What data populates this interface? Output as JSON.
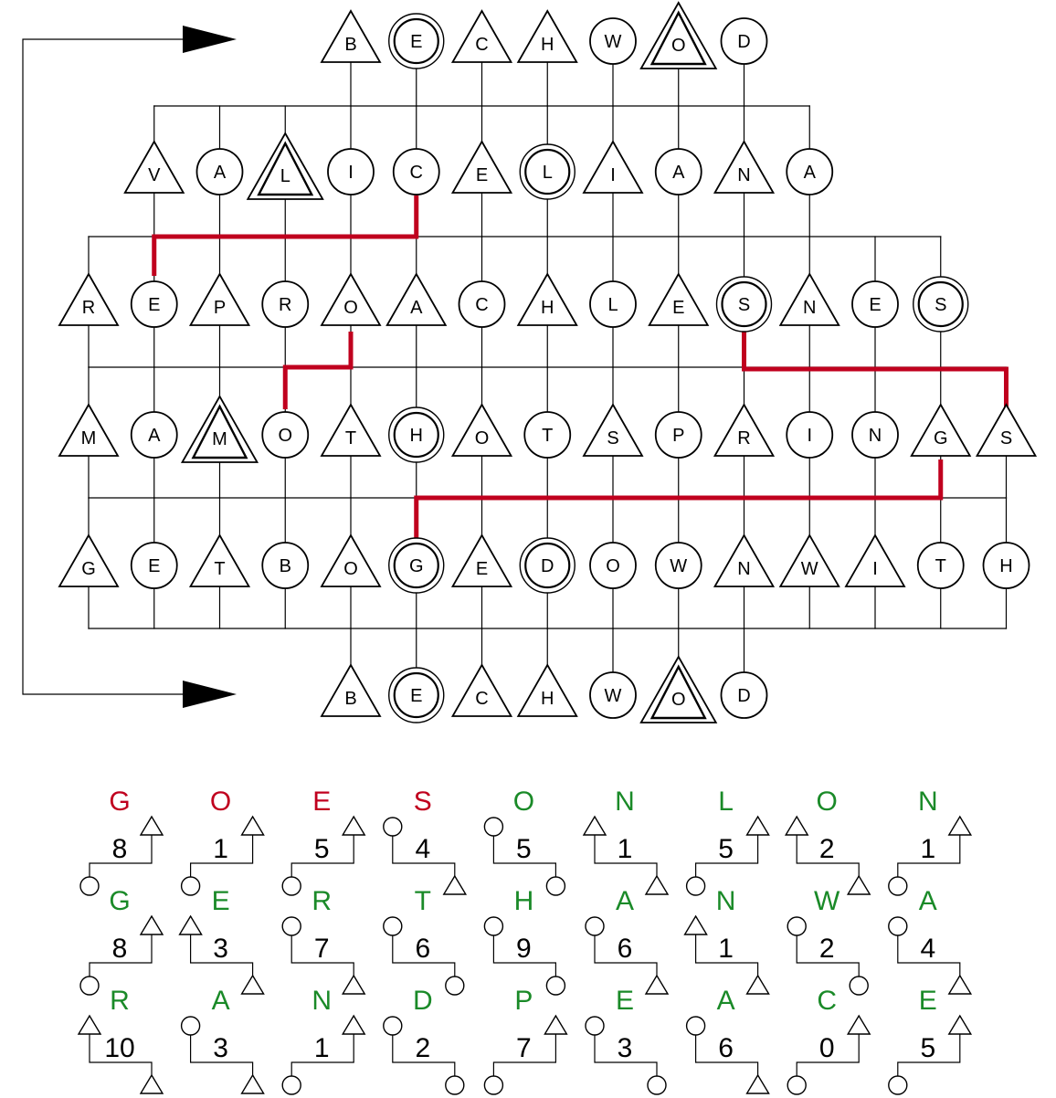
{
  "colors": {
    "line": "#000000",
    "path": "#c0001e",
    "red": "#c0001e",
    "green": "#1a8a28"
  },
  "grid": {
    "top_row": [
      {
        "l": "B",
        "s": "tri"
      },
      {
        "l": "E",
        "s": "circ2"
      },
      {
        "l": "C",
        "s": "tri"
      },
      {
        "l": "H",
        "s": "tri"
      },
      {
        "l": "W",
        "s": "circ"
      },
      {
        "l": "O",
        "s": "tri2"
      },
      {
        "l": "D",
        "s": "circ"
      }
    ],
    "rows": [
      [
        {
          "l": "V",
          "s": "tri"
        },
        {
          "l": "A",
          "s": "circ"
        },
        {
          "l": "L",
          "s": "tri2"
        },
        {
          "l": "I",
          "s": "circ"
        },
        {
          "l": "C",
          "s": "circ"
        },
        {
          "l": "E",
          "s": "tri"
        },
        {
          "l": "L",
          "s": "circ2"
        },
        {
          "l": "I",
          "s": "tri"
        },
        {
          "l": "A",
          "s": "circ"
        },
        {
          "l": "N",
          "s": "tri"
        },
        {
          "l": "A",
          "s": "circ"
        }
      ],
      [
        {
          "l": "R",
          "s": "tri"
        },
        {
          "l": "E",
          "s": "circ"
        },
        {
          "l": "P",
          "s": "tri"
        },
        {
          "l": "R",
          "s": "circ"
        },
        {
          "l": "O",
          "s": "tri"
        },
        {
          "l": "A",
          "s": "tri"
        },
        {
          "l": "C",
          "s": "circ"
        },
        {
          "l": "H",
          "s": "tri"
        },
        {
          "l": "L",
          "s": "circ"
        },
        {
          "l": "E",
          "s": "tri"
        },
        {
          "l": "S",
          "s": "circ2"
        },
        {
          "l": "N",
          "s": "tri"
        },
        {
          "l": "E",
          "s": "circ"
        },
        {
          "l": "S",
          "s": "circ2"
        }
      ],
      [
        {
          "l": "M",
          "s": "tri"
        },
        {
          "l": "A",
          "s": "circ"
        },
        {
          "l": "M",
          "s": "tri2"
        },
        {
          "l": "O",
          "s": "circ"
        },
        {
          "l": "T",
          "s": "tri"
        },
        {
          "l": "H",
          "s": "circ2"
        },
        {
          "l": "O",
          "s": "tri"
        },
        {
          "l": "T",
          "s": "circ"
        },
        {
          "l": "S",
          "s": "tri"
        },
        {
          "l": "P",
          "s": "circ"
        },
        {
          "l": "R",
          "s": "tri"
        },
        {
          "l": "I",
          "s": "circ"
        },
        {
          "l": "N",
          "s": "circ"
        },
        {
          "l": "G",
          "s": "tri"
        },
        {
          "l": "S",
          "s": "tri"
        }
      ],
      [
        {
          "l": "G",
          "s": "tri"
        },
        {
          "l": "E",
          "s": "circ"
        },
        {
          "l": "T",
          "s": "tri"
        },
        {
          "l": "B",
          "s": "circ"
        },
        {
          "l": "O",
          "s": "tri"
        },
        {
          "l": "G",
          "s": "circ2"
        },
        {
          "l": "E",
          "s": "tri"
        },
        {
          "l": "D",
          "s": "circ2"
        },
        {
          "l": "O",
          "s": "circ"
        },
        {
          "l": "W",
          "s": "circ"
        },
        {
          "l": "N",
          "s": "tri"
        },
        {
          "l": "W",
          "s": "tri"
        },
        {
          "l": "I",
          "s": "tri"
        },
        {
          "l": "T",
          "s": "circ"
        },
        {
          "l": "H",
          "s": "circ"
        }
      ]
    ],
    "bottom_row": [
      {
        "l": "B",
        "s": "tri"
      },
      {
        "l": "E",
        "s": "circ2"
      },
      {
        "l": "C",
        "s": "tri"
      },
      {
        "l": "H",
        "s": "tri"
      },
      {
        "l": "W",
        "s": "circ"
      },
      {
        "l": "O",
        "s": "tri2"
      },
      {
        "l": "D",
        "s": "circ"
      }
    ]
  },
  "clues": [
    [
      {
        "letter": "G",
        "color": "red",
        "num": "8",
        "top": "tri",
        "bottom": "circ"
      },
      {
        "letter": "O",
        "color": "red",
        "num": "1",
        "top": "tri",
        "bottom": "circ"
      },
      {
        "letter": "E",
        "color": "red",
        "num": "5",
        "top": "tri",
        "bottom": "circ"
      },
      {
        "letter": "S",
        "color": "red",
        "num": "4",
        "top": "circ",
        "bottom": "tri"
      },
      {
        "letter": "O",
        "color": "green",
        "num": "5",
        "top": "circ",
        "bottom": "circ"
      },
      {
        "letter": "N",
        "color": "green",
        "num": "1",
        "top": "tri",
        "bottom": "tri"
      },
      {
        "letter": "L",
        "color": "green",
        "num": "5",
        "top": "tri",
        "bottom": "circ"
      },
      {
        "letter": "O",
        "color": "green",
        "num": "2",
        "top": "tri",
        "bottom": "tri"
      },
      {
        "letter": "N",
        "color": "green",
        "num": "1",
        "top": "tri",
        "bottom": "circ"
      }
    ],
    [
      {
        "letter": "G",
        "color": "green",
        "num": "8",
        "top": "tri",
        "bottom": "circ"
      },
      {
        "letter": "E",
        "color": "green",
        "num": "3",
        "top": "tri",
        "bottom": "tri"
      },
      {
        "letter": "R",
        "color": "green",
        "num": "7",
        "top": "circ",
        "bottom": "tri"
      },
      {
        "letter": "T",
        "color": "green",
        "num": "6",
        "top": "circ",
        "bottom": "circ"
      },
      {
        "letter": "H",
        "color": "green",
        "num": "9",
        "top": "circ",
        "bottom": "circ"
      },
      {
        "letter": "A",
        "color": "green",
        "num": "6",
        "top": "circ",
        "bottom": "tri"
      },
      {
        "letter": "N",
        "color": "green",
        "num": "1",
        "top": "tri",
        "bottom": "tri"
      },
      {
        "letter": "W",
        "color": "green",
        "num": "2",
        "top": "circ",
        "bottom": "circ"
      },
      {
        "letter": "A",
        "color": "green",
        "num": "4",
        "top": "circ",
        "bottom": "tri"
      }
    ],
    [
      {
        "letter": "R",
        "color": "green",
        "num": "10",
        "top": "tri",
        "bottom": "tri"
      },
      {
        "letter": "A",
        "color": "green",
        "num": "3",
        "top": "circ",
        "bottom": "tri"
      },
      {
        "letter": "N",
        "color": "green",
        "num": "1",
        "top": "tri",
        "bottom": "circ"
      },
      {
        "letter": "D",
        "color": "green",
        "num": "2",
        "top": "circ",
        "bottom": "circ"
      },
      {
        "letter": "P",
        "color": "green",
        "num": "7",
        "top": "tri",
        "bottom": "circ"
      },
      {
        "letter": "E",
        "color": "green",
        "num": "3",
        "top": "circ",
        "bottom": "circ"
      },
      {
        "letter": "A",
        "color": "green",
        "num": "6",
        "top": "circ",
        "bottom": "tri"
      },
      {
        "letter": "C",
        "color": "green",
        "num": "0",
        "top": "tri",
        "bottom": "circ"
      },
      {
        "letter": "E",
        "color": "green",
        "num": "5",
        "top": "tri",
        "bottom": "circ"
      }
    ]
  ]
}
